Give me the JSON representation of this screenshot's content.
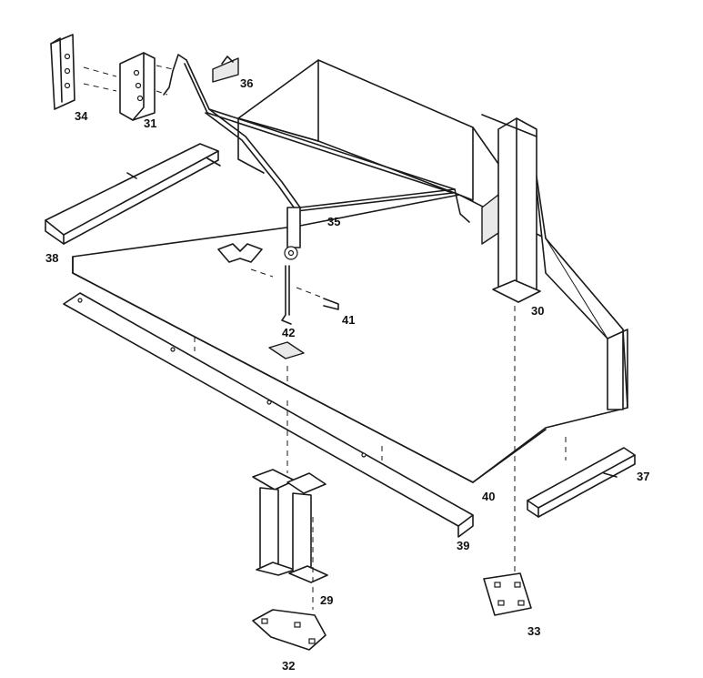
{
  "part_labels": {
    "p29": "29",
    "p30": "30",
    "p31": "31",
    "p32": "32",
    "p33": "33",
    "p34": "34",
    "p35": "35",
    "p36": "36",
    "p37": "37",
    "p38": "38",
    "p39": "39",
    "p40": "40",
    "p41": "41",
    "p42": "42"
  }
}
